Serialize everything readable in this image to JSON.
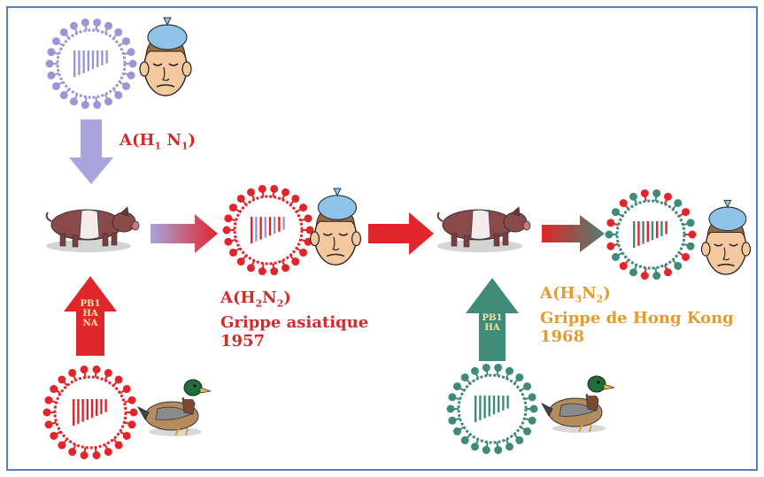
{
  "labels": {
    "h1n1": {
      "prefix": "A(H",
      "s1": "1",
      "mid": " N",
      "s2": "1",
      "suffix": ")"
    },
    "h2n2": {
      "prefix": "A(H",
      "s1": "2",
      "mid": "N",
      "s2": "2",
      "suffix": ")",
      "line2": "Grippe asiatique",
      "line3": "1957"
    },
    "h3n2": {
      "prefix": "A(H",
      "s1": "3",
      "mid": "N",
      "s2": "2",
      "suffix": ")",
      "line2": "Grippe de Hong Kong",
      "line3": "1968"
    }
  },
  "arrow_texts": {
    "left": [
      "PB1",
      "HA",
      "NA"
    ],
    "right": [
      "PB1",
      "HA"
    ]
  },
  "colors": {
    "lavender": "#9b96d4",
    "red": "#e0262a",
    "green": "#3f8a78",
    "orange": "#e39a2e",
    "frame": "#5a7ec2"
  }
}
